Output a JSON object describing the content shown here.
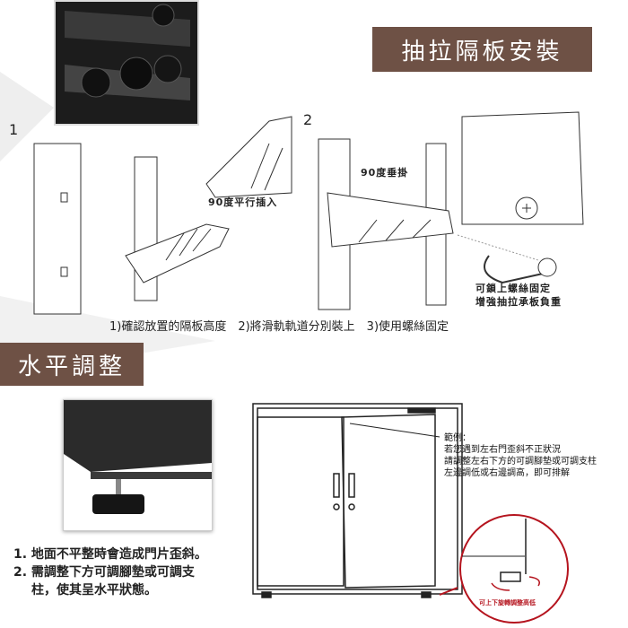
{
  "top_section": {
    "title": "抽拉隔板安裝",
    "step_1_number": "1",
    "step_2_number": "2",
    "label_parallel_insert": "90度平行插入",
    "label_vertical_hang": "90度垂掛",
    "screw_note_line1": "可鎖上螺絲固定",
    "screw_note_line2": "增強抽拉承板負重",
    "steps_caption": "1)確認放置的隔板高度　2)將滑軌軌道分別裝上　3)使用螺絲固定"
  },
  "bottom_section": {
    "title": "水平調整",
    "instructions": [
      "1. 地面不平整時會造成門片歪斜。",
      "2. 需調整下方可調腳墊或可調支",
      "柱，使其呈水平狀態。"
    ],
    "example_lines": [
      "範例：",
      "若您遇到左右門歪斜不正狀況",
      "請調整左右下方的可調腳墊或可調支柱",
      "左邊調低或右邊調高，即可排解"
    ],
    "foot_caption": "可上下旋轉調整高低"
  },
  "colors": {
    "banner": "#6e5145",
    "accent_red": "#b5141e"
  }
}
